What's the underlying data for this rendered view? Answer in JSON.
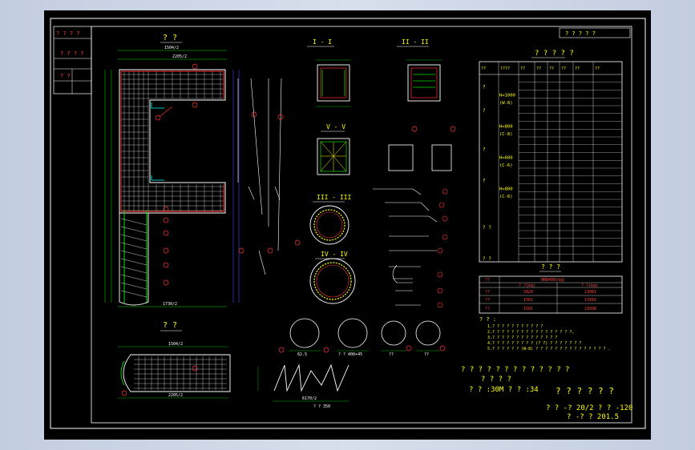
{
  "drawing": {
    "title_block": {
      "row1": "? ? ? ?",
      "row2": "? ? ? ?",
      "row3": "? ?"
    },
    "top_right_label": "?  ?  ?  ? ?",
    "main_view": {
      "title": "? ?",
      "dim_top1": "1504/2",
      "dim_top2": "2205/2",
      "dim_bottom": "1730/2"
    },
    "section_titles": {
      "s1": "I - I",
      "s2": "II - II",
      "s5": "V - V",
      "s3": "III - III",
      "s4": "IV - IV"
    },
    "plan_view": {
      "title": "? ?",
      "dim_top": "1504/2",
      "dim_bottom": "2205/2"
    },
    "table1": {
      "title": "? ? ? ? ?",
      "headers": [
        "??",
        "????",
        "??",
        "??",
        "??",
        "??",
        "??",
        "??"
      ],
      "group_labels": [
        {
          "row": 2,
          "text": "H=1000"
        },
        {
          "row": 3,
          "text": "(W-8)"
        },
        {
          "row": 6,
          "text": "H=800"
        },
        {
          "row": 7,
          "text": "(C-8)"
        },
        {
          "row": 10,
          "text": "H=600"
        },
        {
          "row": 11,
          "text": "(C-6)"
        },
        {
          "row": 14,
          "text": "H=800"
        },
        {
          "row": 15,
          "text": "(C-6)"
        }
      ],
      "left_labels": [
        {
          "row": 1,
          "text": "?"
        },
        {
          "row": 4,
          "text": "?"
        },
        {
          "row": 9,
          "text": "?"
        },
        {
          "row": 13,
          "text": "?"
        },
        {
          "row": 19,
          "text": "?    ?"
        },
        {
          "row": 23,
          "text": "?    ?"
        }
      ],
      "row_count": 24
    },
    "table2": {
      "title": "? ? ?",
      "headers": [
        "??",
        "HRB400(kg)"
      ],
      "col2": "? ?(kg)",
      "col3": "? ?(kg)",
      "rows": [
        [
          "??",
          "2820",
          "13081"
        ],
        [
          "??",
          "1561",
          "17816"
        ],
        [
          "??",
          "1501",
          "21038"
        ]
      ]
    },
    "notes": {
      "heading": "? ? :",
      "lines": [
        "1.? ? ? ? ? ? ? ? ? ? ?",
        "2.? ? ? ? ? ? ? ? ? ?    ? ? ? ? ? ?  ?,",
        "3.? ? ? ? ? ? ? ? ? ? ? ? ? ?",
        "4.? ? ? ? ? ? ? ? ? (? ?) ? ? ? ? ? ? ?",
        "5.? ? ? ? ? ? (W-8) ? ? ? ? ? ? ?     ? ? ? ? ? ? ? ? ."
      ]
    },
    "bottom_texts": {
      "line1": "? ? ? ? ? ? ? ? ? ? ? ? ?",
      "line2": "? ? ? ?",
      "line3": "? ? :30M    ? ? :34",
      "big": "? ? ? ? ? ?",
      "num1": "? ? -? 20/2    ? ? -120",
      "num2": "? -? ? 201.5"
    },
    "small_labels": {
      "spiral_dim": "6170/2",
      "spiral_bottom": "? ? 350",
      "circle_dims": [
        "62.5",
        "? ? 400+45",
        "??",
        "??"
      ]
    },
    "colors": {
      "background": "#000000",
      "outline": "#ffffff",
      "text": "#ffff00",
      "rebar": "#ff3030",
      "dimension": "#00e000",
      "accent": "#ff00ff"
    }
  }
}
